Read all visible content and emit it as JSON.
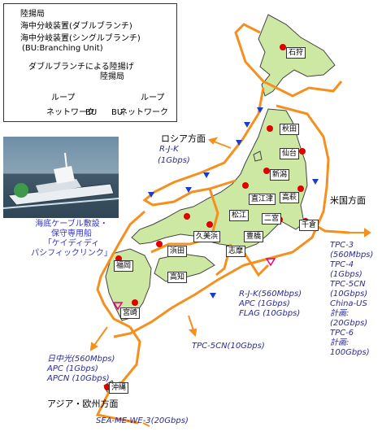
{
  "legend": {
    "landing_station": "陸揚局",
    "bu_double": "海中分岐装置(ダブルブランチ)",
    "bu_single": "海中分岐装置(シングルブランチ)",
    "bu_note": "(BU:Branching Unit)",
    "diagram_title_1": "ダブルブランチによる陸揚げ",
    "diagram_station": "陸揚局",
    "loop_left": "ループ",
    "loop_right": "ループ",
    "network_left": "ネットワーク",
    "network_right": "ネットワーク",
    "bu_left": "BU",
    "bu_right": "BU"
  },
  "ship_caption": [
    "海底ケーブル敷設・",
    "保守専用船",
    "「ケイディディ",
    "パシフィックリンク」"
  ],
  "cities": {
    "ishikari": "石狩",
    "akita": "秋田",
    "sendai": "仙台",
    "niigata": "新潟",
    "naoetsu": "直江津",
    "takahagi": "高萩",
    "matsue": "松江",
    "ninomiya": "二宮",
    "chikura": "千倉",
    "kumihama": "久美浜",
    "toyohashi": "豊橋",
    "hamada": "浜田",
    "shima": "志摩",
    "fukuoka": "福岡",
    "kochi": "高知",
    "miyazaki": "宮崎",
    "okinawa": "沖縄"
  },
  "routes": {
    "russia_title": "ロシア方面",
    "russia_sys": "R-J-K",
    "russia_cap": "(1Gbps)",
    "usa_title": "米国方面",
    "usa_list": [
      "TPC-3",
      "(560Mbps)",
      "TPC-4",
      "(1Gbps)",
      "TPC-5CN",
      "(10Gbps)",
      "China-US",
      "計画:",
      "(20Gbps)",
      "TPC-6",
      "計画:",
      "100Gbps)"
    ],
    "south_list": [
      "R-J-K(560Mbps)",
      "APC (1Gbps)",
      "FLAG (10Gbps)"
    ],
    "tpc5": "TPC-5CN(10Gbps)",
    "china_list": [
      "日中光(560Mbps)",
      "APC (1Gbps)",
      "APCN (10Gbps)"
    ],
    "asia_title": "アジア・欧州方面",
    "seamewe": "SEA-ME-WE-3(20Gbps)"
  },
  "colors": {
    "cable": "#f5901e",
    "landing": "#e00000",
    "bu_double": "#1a3cc8",
    "bu_single": "#e6007e",
    "land": "#cce8a3",
    "land_stroke": "#444444"
  }
}
